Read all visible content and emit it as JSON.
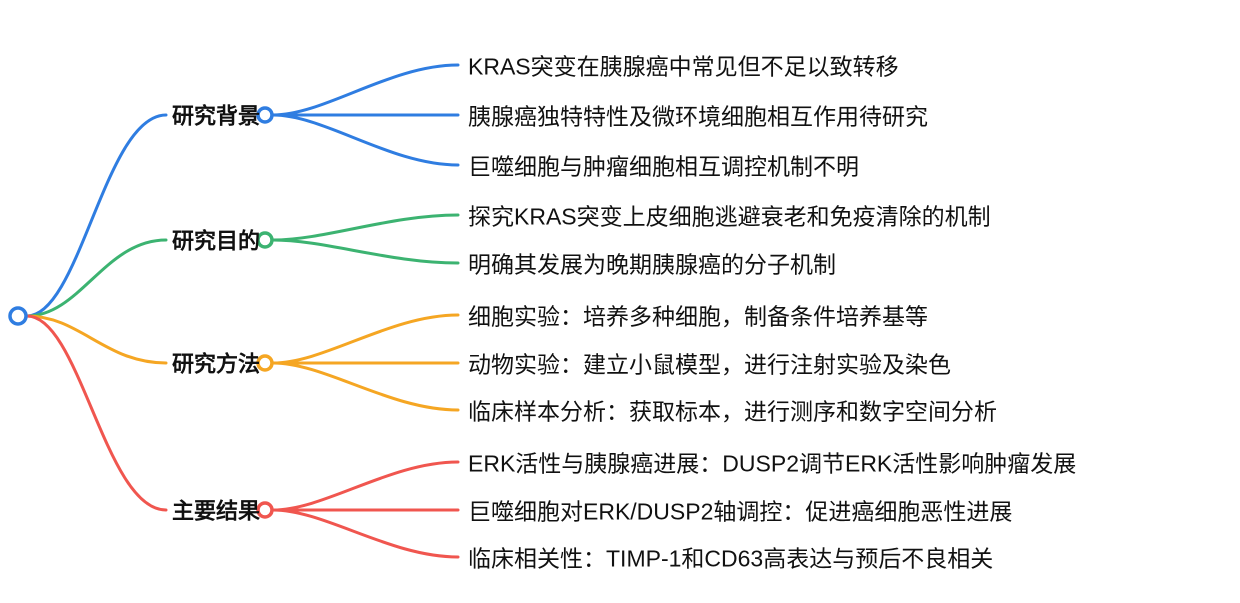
{
  "mindmap": {
    "root": {
      "color": "#2f7de1"
    },
    "branches": [
      {
        "label": "研究背景",
        "color": "#2f7de1",
        "leaves": [
          "KRAS突变在胰腺癌中常见但不足以致转移",
          "胰腺癌独特特性及微环境细胞相互作用待研究",
          "巨噬细胞与肿瘤细胞相互调控机制不明"
        ]
      },
      {
        "label": "研究目的",
        "color": "#3cb371",
        "leaves": [
          "探究KRAS突变上皮细胞逃避衰老和免疫清除的机制",
          "明确其发展为晚期胰腺癌的分子机制"
        ]
      },
      {
        "label": "研究方法",
        "color": "#f5a623",
        "leaves": [
          "细胞实验：培养多种细胞，制备条件培养基等",
          "动物实验：建立小鼠模型，进行注射实验及染色",
          "临床样本分析：获取标本，进行测序和数字空间分析"
        ]
      },
      {
        "label": "主要结果",
        "color": "#f0564f",
        "leaves": [
          "ERK活性与胰腺癌进展：DUSP2调节ERK活性影响肿瘤发展",
          "巨噬细胞对ERK/DUSP2轴调控：促进癌细胞恶性进展",
          "临床相关性：TIMP-1和CD63高表达与预后不良相关"
        ]
      }
    ]
  }
}
